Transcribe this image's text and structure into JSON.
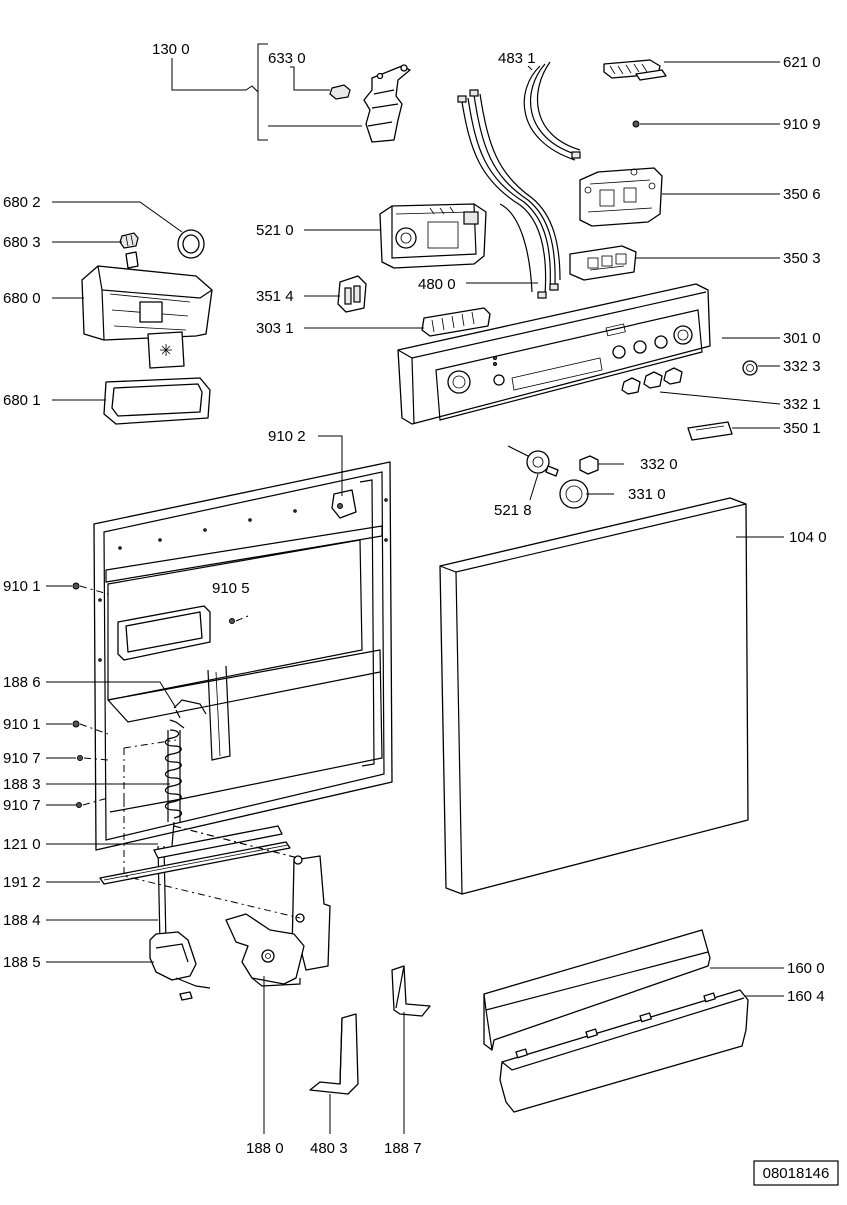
{
  "labels": {
    "l1300": "130 0",
    "l6330": "633 0",
    "l4831": "483 1",
    "l6210": "621 0",
    "l9109": "910 9",
    "l6802": "680 2",
    "l5210": "521 0",
    "l3506": "350 6",
    "l6803": "680 3",
    "l3503": "350 3",
    "l6800": "680 0",
    "l3514": "351 4",
    "l4800": "480 0",
    "l3031": "303 1",
    "l3010": "301 0",
    "l3323": "332 3",
    "l6801": "680 1",
    "l3321": "332 1",
    "l3501": "350 1",
    "l9102": "910 2",
    "l3320": "332 0",
    "l5218": "521 8",
    "l3310": "331 0",
    "l1040": "104 0",
    "l9101a": "910 1",
    "l9105": "910 5",
    "l1886": "188 6",
    "l9101b": "910 1",
    "l9107a": "910 7",
    "l1883": "188 3",
    "l9107b": "910 7",
    "l1210": "121 0",
    "l1912": "191 2",
    "l1884": "188 4",
    "l1885": "188 5",
    "l1600": "160 0",
    "l1604": "160 4",
    "l1880": "188 0",
    "l4803": "480 3",
    "l1887": "188 7"
  },
  "drawing_id": "08018146"
}
